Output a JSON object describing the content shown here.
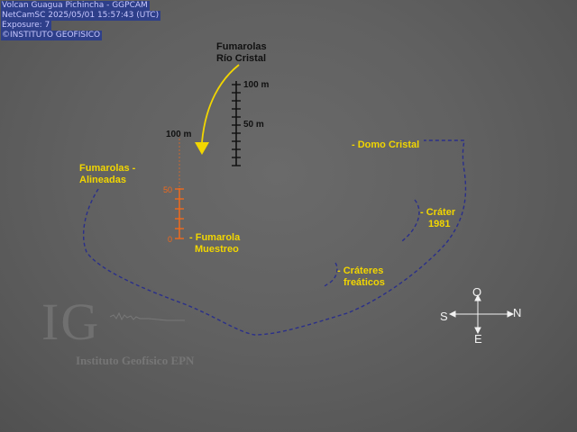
{
  "header": {
    "line1": "Volcan Guagua Pichincha - GGPCAM",
    "line2": "NetCamSC 2025/05/01 15:57:43 (UTC)",
    "line3": "Exposure: 7",
    "line4": "©INSTITUTO GEOFISICO"
  },
  "annotations": {
    "fumarolas_rio_cristal_1": "Fumarolas",
    "fumarolas_rio_cristal_2": "Río Cristal",
    "fumarolas_alineadas_1": "Fumarolas -",
    "fumarolas_alineadas_2": "Alineadas",
    "domo_cristal": "- Domo Cristal",
    "crater_1981_1": "- Cráter",
    "crater_1981_2": "1981",
    "crateres_freaticos_1": "- Cráteres",
    "crateres_freaticos_2": "freáticos",
    "fumarola_muestreo_1": "- Fumarola",
    "fumarola_muestreo_2": "Muestreo"
  },
  "scales": {
    "black_top": "100 m",
    "black_mid": "50 m",
    "orange_top": "100 m",
    "orange_mid": "50",
    "orange_bottom": "0"
  },
  "compass": {
    "north": "N",
    "south": "S",
    "east": "E",
    "other": "O"
  },
  "watermark": {
    "logo": "IG",
    "name": "Instituto Geofísico EPN"
  },
  "colors": {
    "header_bg": "#2e3f8a",
    "yellow": "#f2d600",
    "orange": "#f06a1c",
    "crater_line": "#2a2f8a"
  }
}
